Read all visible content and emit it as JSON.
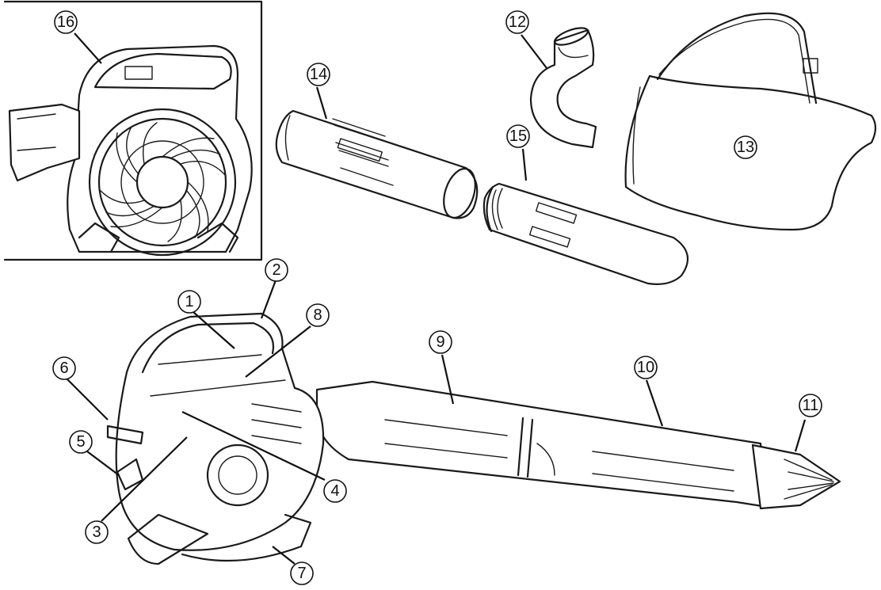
{
  "callouts": {
    "c1": "1",
    "c2": "2",
    "c3": "3",
    "c4": "4",
    "c5": "5",
    "c6": "6",
    "c7": "7",
    "c8": "8",
    "c9": "9",
    "c10": "10",
    "c11": "11",
    "c12": "12",
    "c13": "13",
    "c14": "14",
    "c15": "15",
    "c16": "16"
  },
  "colors": {
    "line": "#1a1a1a",
    "background": "#ffffff"
  },
  "icons": {
    "inset": "blower-rear-view-illustration",
    "tube14": "vacuum-tube-illustration",
    "tube15": "vacuum-nozzle-illustration",
    "elbow12": "elbow-adapter-illustration",
    "bag13": "collection-bag-illustration",
    "main": "blower-assembly-illustration"
  }
}
